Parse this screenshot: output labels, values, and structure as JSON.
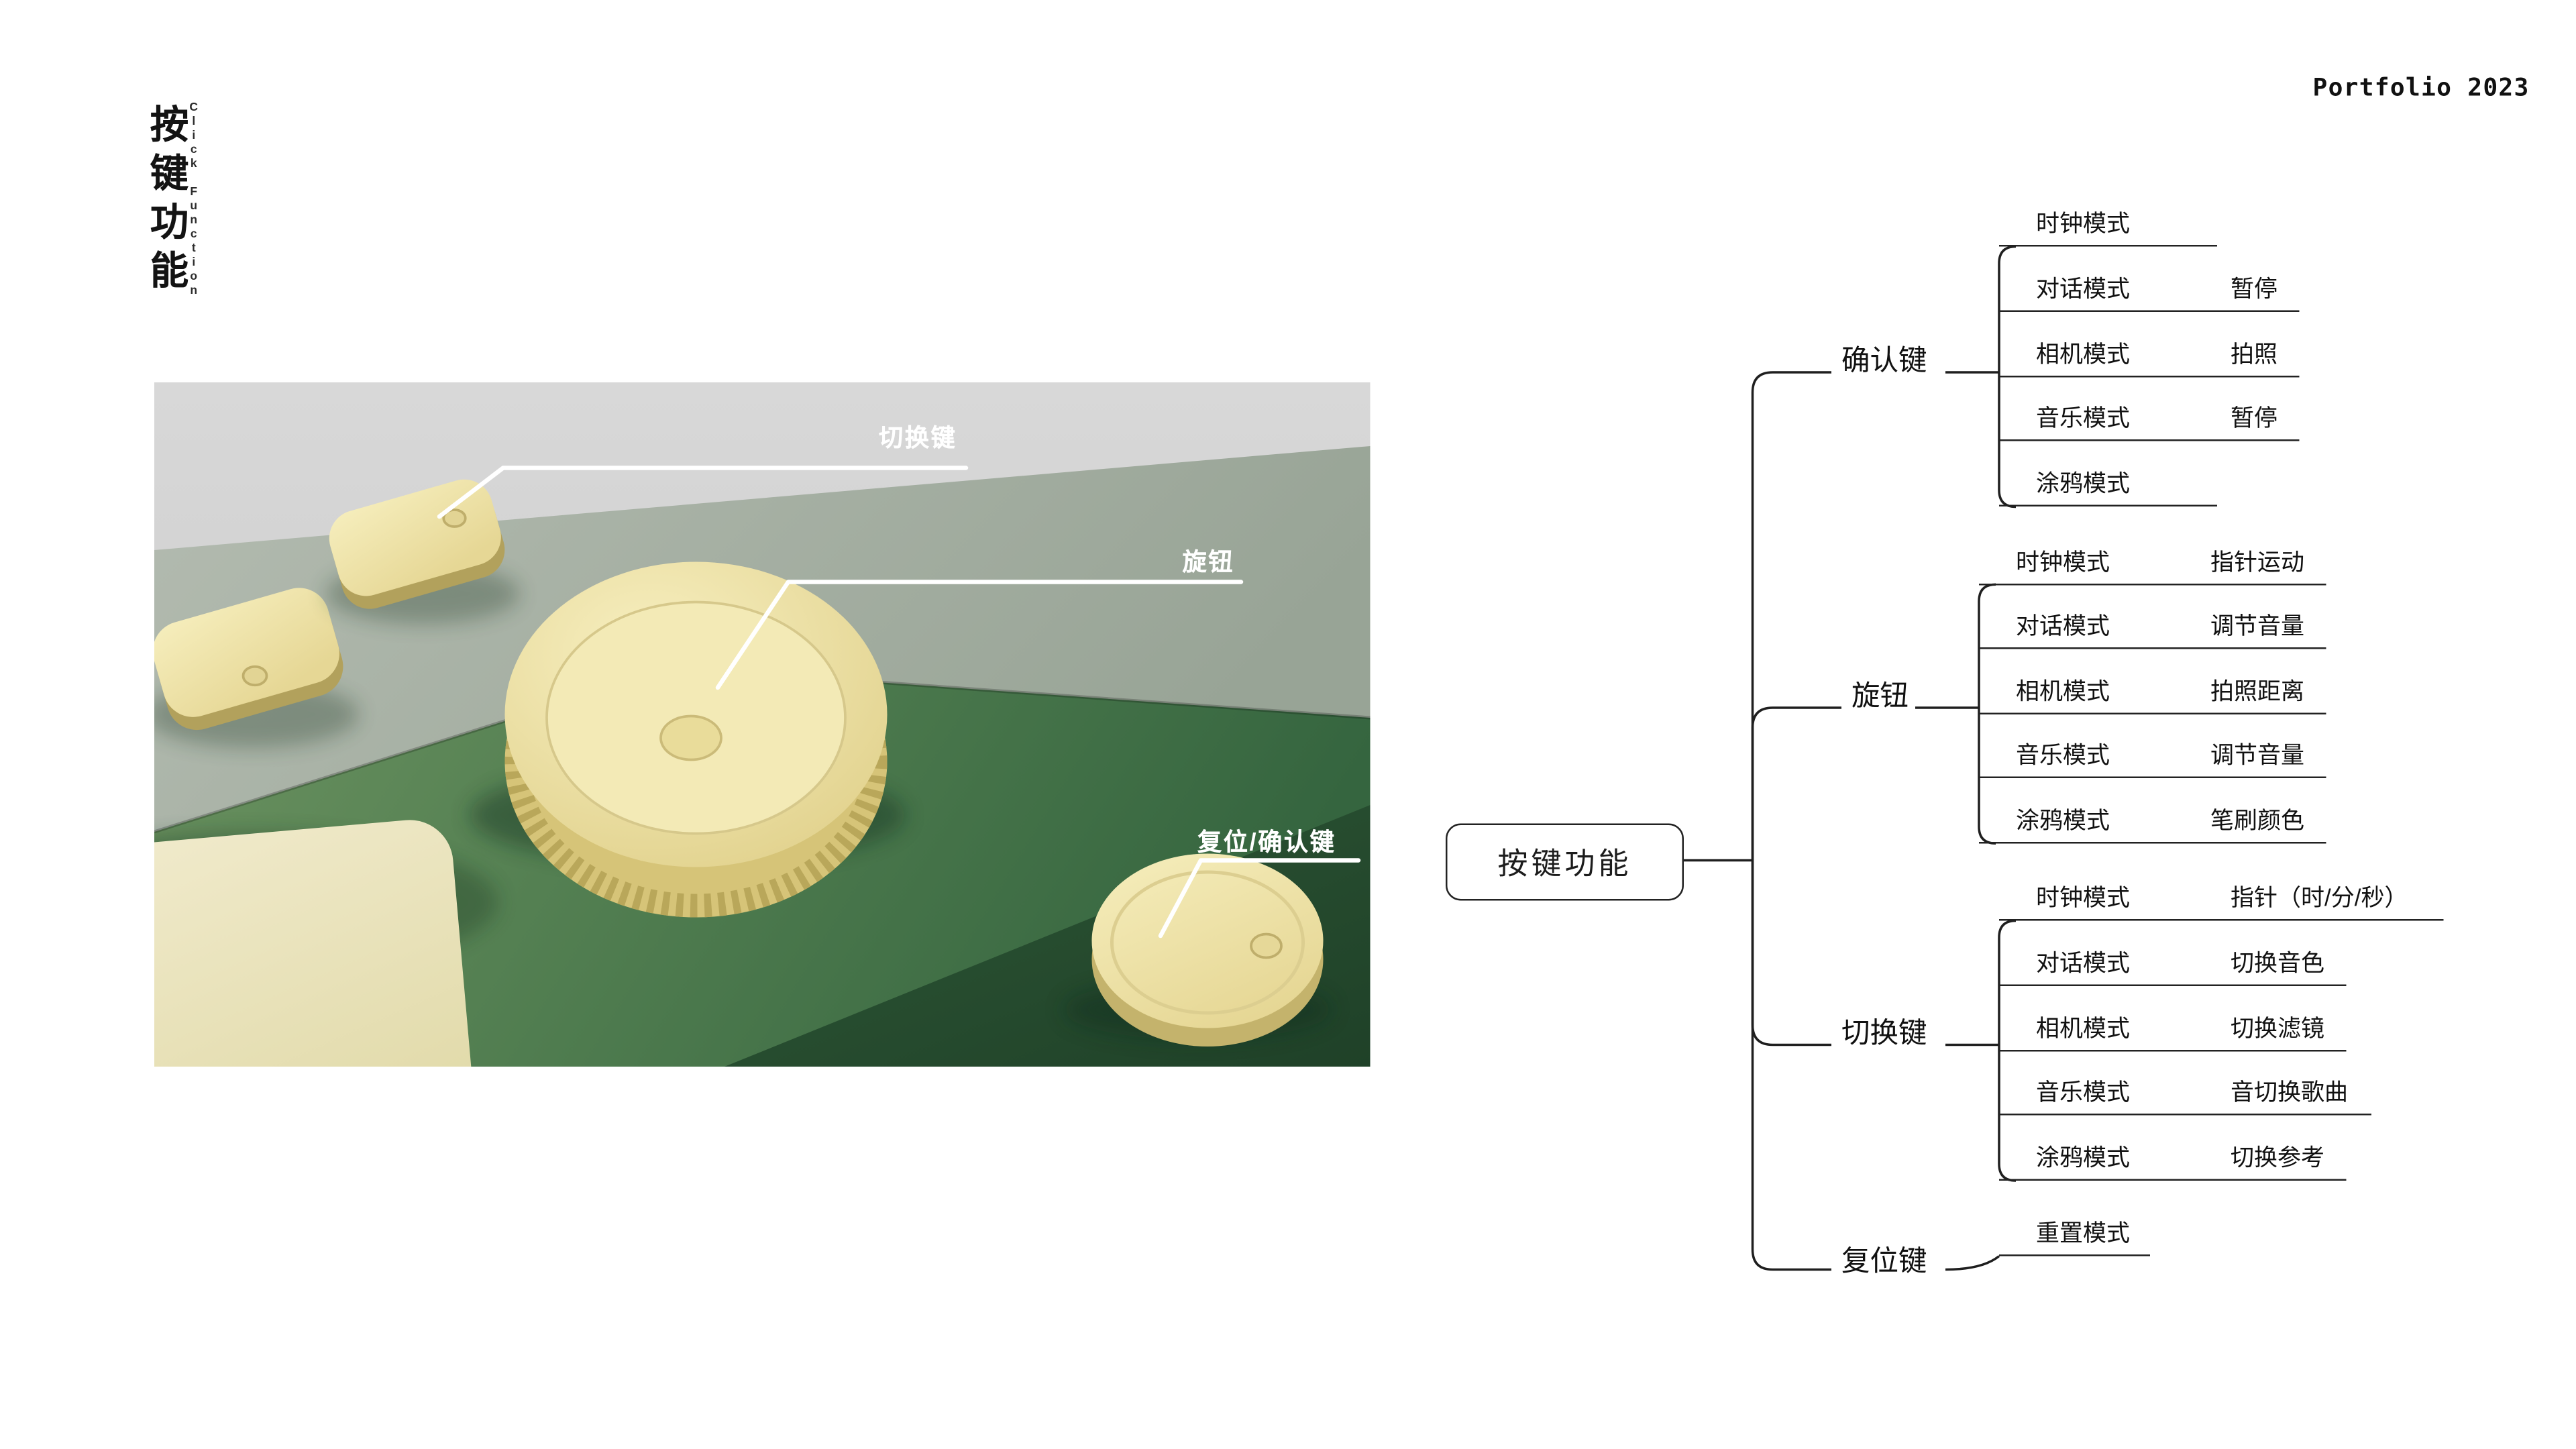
{
  "header": {
    "portfolio": "Portfolio 2023",
    "title_vertical": "按键功能",
    "subtitle_vertical": "Click Function"
  },
  "product_image": {
    "callouts": [
      {
        "label": "切换键"
      },
      {
        "label": "旋钮"
      },
      {
        "label": "复位/确认键"
      }
    ]
  },
  "mindmap": {
    "root": "按键功能",
    "branches": [
      {
        "label": "确认键",
        "children": [
          {
            "mode": "时钟模式",
            "func": ""
          },
          {
            "mode": "对话模式",
            "func": "暂停"
          },
          {
            "mode": "相机模式",
            "func": "拍照"
          },
          {
            "mode": "音乐模式",
            "func": "暂停"
          },
          {
            "mode": "涂鸦模式",
            "func": ""
          }
        ]
      },
      {
        "label": "旋钮",
        "children": [
          {
            "mode": "时钟模式",
            "func": "指针运动"
          },
          {
            "mode": "对话模式",
            "func": "调节音量"
          },
          {
            "mode": "相机模式",
            "func": "拍照距离"
          },
          {
            "mode": "音乐模式",
            "func": "调节音量"
          },
          {
            "mode": "涂鸦模式",
            "func": "笔刷颜色"
          }
        ]
      },
      {
        "label": "切换键",
        "children": [
          {
            "mode": "时钟模式",
            "func": "指针（时/分/秒）"
          },
          {
            "mode": "对话模式",
            "func": "切换音色"
          },
          {
            "mode": "相机模式",
            "func": "切换滤镜"
          },
          {
            "mode": "音乐模式",
            "func": "音切换歌曲"
          },
          {
            "mode": "涂鸦模式",
            "func": "切换参考"
          }
        ]
      },
      {
        "label": "复位键",
        "children": [
          {
            "mode": "重置模式",
            "func": ""
          }
        ]
      }
    ]
  },
  "colors": {
    "deck_green": "#4f7c4f",
    "dark_green": "#2b5233",
    "cream": "#efe5ac",
    "wall_gray": "#d2d2d2",
    "line": "#1f1f1f",
    "callout_text": "#ffffff"
  }
}
